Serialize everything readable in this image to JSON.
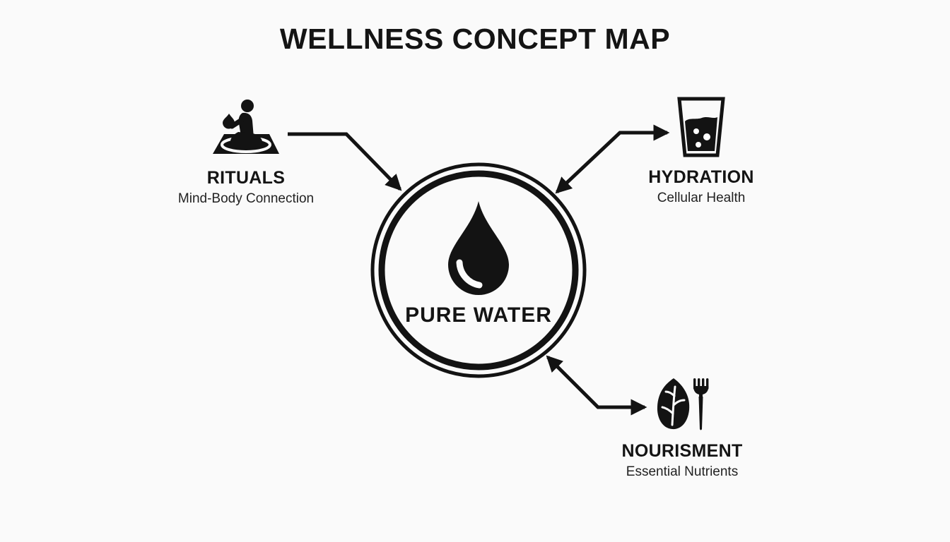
{
  "title": "WELLNESS CONCEPT MAP",
  "center": {
    "label": "PURE WATER",
    "icon": "water-drop-icon"
  },
  "nodes": [
    {
      "id": "rituals",
      "label": "RITUALS",
      "sublabel": "Mind-Body Connection",
      "icon": "meditation-icon",
      "position": "left"
    },
    {
      "id": "hydration",
      "label": "HYDRATION",
      "sublabel": "Cellular Health",
      "icon": "water-glass-icon",
      "position": "top-right"
    },
    {
      "id": "nourisment",
      "label": "NOURISMENT",
      "sublabel": "Essential Nutrients",
      "icon": "leaf-fork-icon",
      "position": "bottom-right"
    }
  ],
  "connectors": [
    {
      "from": "rituals",
      "to": "center",
      "bidirectional": false
    },
    {
      "from": "center",
      "to": "hydration",
      "bidirectional": true
    },
    {
      "from": "center",
      "to": "nourisment",
      "bidirectional": true
    }
  ],
  "colors": {
    "background": "#fafafa",
    "ink": "#131313"
  }
}
